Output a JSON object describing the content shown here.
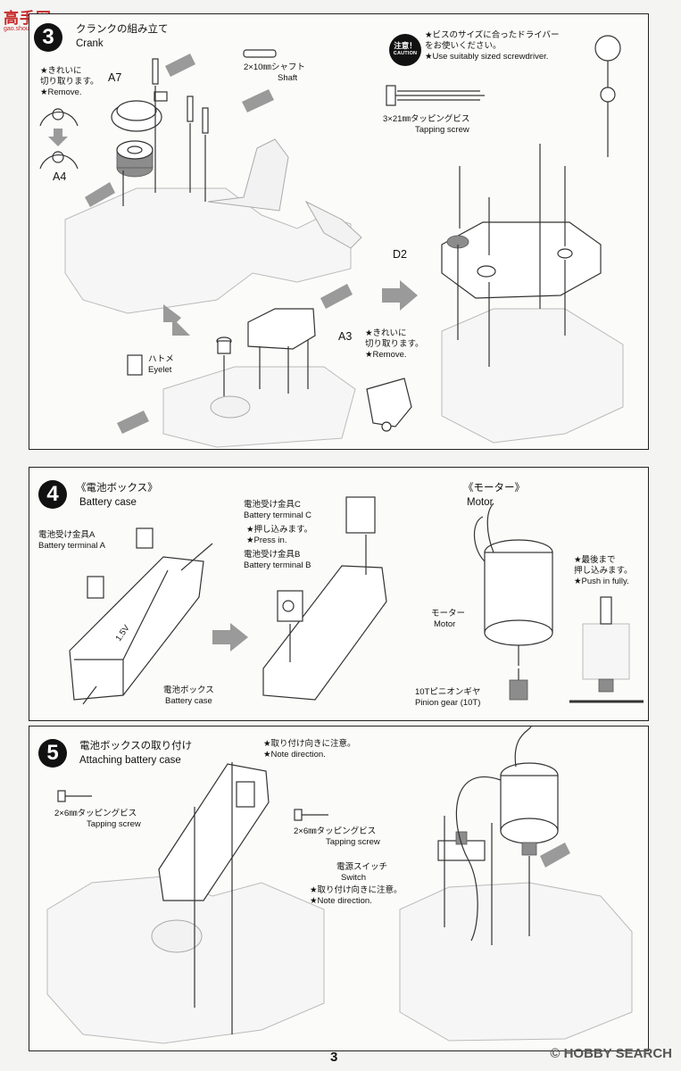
{
  "watermark": {
    "logo_text": "高手网",
    "logo_sub": "gao.shou.com"
  },
  "step3": {
    "num": "3",
    "title_jp": "クランクの組み立て",
    "title_en": "Crank",
    "remove_jp": "★きれいに\n切り取ります。",
    "remove_en": "★Remove.",
    "part_a7": "A7",
    "part_a4": "A4",
    "shaft_jp": "2×10㎜シャフト",
    "shaft_en": "Shaft",
    "caution_jp": "注意！",
    "caution_en": "CAUTION",
    "screwdriver_jp": "★ビスのサイズに合ったドライバー\nをお使いください。",
    "screwdriver_en": "★Use suitably sized screwdriver.",
    "screw_jp": "3×21㎜タッピングビス",
    "screw_en": "Tapping screw",
    "part_d2": "D2",
    "eyelet_jp": "ハトメ",
    "eyelet_en": "Eyelet",
    "part_a3": "A3",
    "remove2_jp": "★きれいに\n切り取ります。",
    "remove2_en": "★Remove."
  },
  "step4": {
    "num": "4",
    "title_jp": "《電池ボックス》",
    "title_en": "Battery case",
    "terminal_a_jp": "電池受け金具A",
    "terminal_a_en": "Battery terminal A",
    "terminal_c_jp": "電池受け金具C",
    "terminal_c_en": "Battery terminal C",
    "press_jp": "★押し込みます。",
    "press_en": "★Press in.",
    "terminal_b_jp": "電池受け金具B",
    "terminal_b_en": "Battery terminal B",
    "case_jp": "電池ボックス",
    "case_en": "Battery case",
    "voltage": "1.5V",
    "motor_title_jp": "《モーター》",
    "motor_title_en": "Motor",
    "motor_jp": "モーター",
    "motor_en": "Motor",
    "push_jp": "★最後まで\n押し込みます。",
    "push_en": "★Push in fully.",
    "pinion_jp": "10Tピニオンギヤ",
    "pinion_en": "Pinion gear (10T)"
  },
  "step5": {
    "num": "5",
    "title_jp": "電池ボックスの取り付け",
    "title_en": "Attaching battery case",
    "note_jp": "★取り付け向きに注意。",
    "note_en": "★Note direction.",
    "screw_jp": "2×6㎜タッピングビス",
    "screw_en": "Tapping screw",
    "screw2_jp": "2×6㎜タッピングビス",
    "screw2_en": "Tapping screw",
    "switch_jp": "電源スイッチ",
    "switch_en": "Switch",
    "note2_jp": "★取り付け向きに注意。",
    "note2_en": "★Note direction."
  },
  "footer": {
    "page": "3",
    "brand": "© HOBBY SEARCH"
  }
}
